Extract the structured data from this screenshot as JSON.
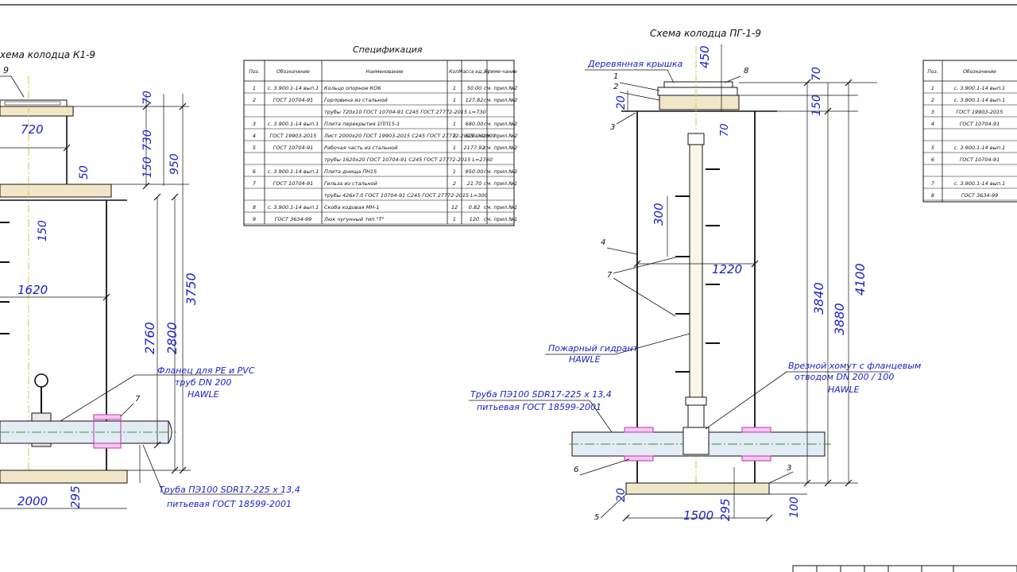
{
  "left_scheme": {
    "title": "хема колодца К1-9",
    "leader_9": "9",
    "leader_7": "7",
    "dims": {
      "w720": "720",
      "d70": "70",
      "d150": "150",
      "d730": "730",
      "d950": "950",
      "d50": "50",
      "d150b": "150",
      "d1620": "1620",
      "d3750": "3750",
      "d2760": "2760",
      "d2800": "2800",
      "d2000": "2000",
      "d295": "295"
    },
    "note_flange": [
      "Фланец для PE и PVC",
      "труб DN 200",
      "HAWLE"
    ],
    "note_pipe": [
      "Труба ПЭ100 SDR17-225 х 13,4",
      "питьевая ГОСТ 18599-2001"
    ]
  },
  "spec": {
    "title": "Спецификация",
    "headers": [
      "Поз.",
      "Обозначение",
      "Наименование",
      "Кол.",
      "Масса ед.,кг",
      "Приме-чание"
    ],
    "rows": [
      [
        "1",
        "с. 3.900.1-14 вып.1",
        "Кольцо опорное КО6",
        "1",
        "50.00",
        "см. прил.№2"
      ],
      [
        "2",
        "ГОСТ 10704-91",
        "Горловина из стальной",
        "1",
        "127.82",
        "см. прил.№2"
      ],
      [
        "",
        "",
        "трубы 720х10 ГОСТ 10704-91 С245 ГОСТ 27772-2015  L=730",
        "",
        "",
        ""
      ],
      [
        "3",
        "с. 3.900.1-14 вып.1",
        "Плита перекрытия 1ПП15-1",
        "1",
        "680.00",
        "см. прил.№2"
      ],
      [
        "4",
        "ГОСТ 19903-2015",
        "Лист 2000х20 ГОСТ 19903-2015 С245 ГОСТ 27772-2015 L=2000",
        "2",
        "628.00",
        "см. прил.№2"
      ],
      [
        "5",
        "ГОСТ 10704-91",
        "Рабочая часть из стальной",
        "1",
        "2177.92",
        "см. прил.№2"
      ],
      [
        "",
        "",
        "трубы 1620х20 ГОСТ 10704-91 С245 ГОСТ 27772-2015  L=2760",
        "",
        "",
        ""
      ],
      [
        "6",
        "с. 3.900.1-14 вып.1",
        "Плита днища ПН15",
        "1",
        "950.00",
        "см. прил.№2"
      ],
      [
        "7",
        "ГОСТ 10704-91",
        "Гильза из стальной",
        "2",
        "21.70",
        "см. прил.№1"
      ],
      [
        "",
        "",
        "трубы 426х7.0 ГОСТ 10704-91 С245 ГОСТ 27772-2015  L=300",
        "",
        "",
        ""
      ],
      [
        "8",
        "с. 3.900.1-14 вып.1",
        "Скоба ходовая МН-1",
        "12",
        "0.82",
        "см. прил.№1"
      ],
      [
        "9",
        "ГОСТ 3634-99",
        "Люк чугунный тип \"Т\"",
        "1",
        "120",
        "см. прил.№1"
      ]
    ]
  },
  "right_scheme": {
    "title": "Схема колодца ПГ-1-9",
    "note_cover": "Деревянная крышка",
    "leaders": [
      "1",
      "2",
      "3",
      "4",
      "5",
      "6",
      "7",
      "8",
      "3"
    ],
    "dims": {
      "d450": "450",
      "d70": "70",
      "d20": "20",
      "d150": "150",
      "d70b": "70",
      "d300": "300",
      "d1220": "1220",
      "d3840": "3840",
      "d3880": "3880",
      "d4100": "4100",
      "d20b": "20",
      "d295": "295",
      "d100": "100",
      "d1500": "1500"
    },
    "note_hydrant": [
      "Пожарный гидрант",
      "HAWLE"
    ],
    "note_pipe": [
      "Труба ПЭ100 SDR17-225 х 13,4",
      "питьевая ГОСТ 18599-2001"
    ],
    "note_clamp": [
      "Врезной хомут с фланцевым",
      "отводом DN 200 / 100",
      "HAWLE"
    ]
  },
  "spec2": {
    "headers": [
      "Поз.",
      "Обозначение"
    ],
    "rows": [
      [
        "1",
        "с. 3.900.1-14 вып.1"
      ],
      [
        "2",
        "с. 3.900.1-14 вып.1"
      ],
      [
        "3",
        "ГОСТ 19903-2015"
      ],
      [
        "4",
        "ГОСТ 10704-91"
      ],
      [
        "",
        ""
      ],
      [
        "5",
        "с. 3.900.1-14 вып.1"
      ],
      [
        "6",
        "ГОСТ 10704-91"
      ],
      [
        "",
        ""
      ],
      [
        "7",
        "с. 3.900.1-14 вып.1"
      ],
      [
        "8",
        "ГОСТ 3634-99"
      ]
    ]
  }
}
